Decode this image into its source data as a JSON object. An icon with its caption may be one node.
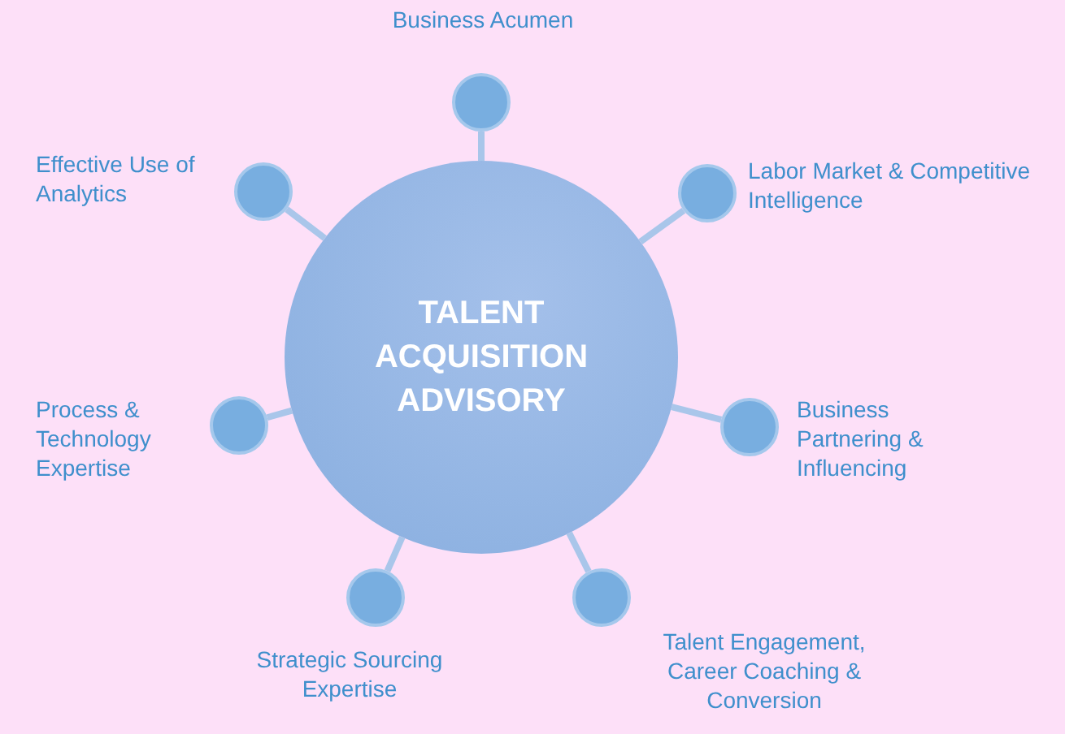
{
  "diagram": {
    "nodes": [
      {
        "text": [
          "TALENT ACQUISITION ADVISORY"
        ]
      },
      {
        "text": [],
        "shape": "circle",
        "beside": [
          "Business Acumen"
        ]
      },
      {
        "text": [],
        "shape": "circle",
        "beside": [
          "Labor Market & Competitive Intelligence"
        ]
      },
      {
        "text": [],
        "shape": "circle",
        "beside": [
          "Business Partnering & Influencing"
        ]
      },
      {
        "text": [],
        "shape": "circle",
        "beside": [
          "Talent Engagement, Career Coaching & Conversion"
        ]
      },
      {
        "text": [],
        "shape": "circle",
        "beside": [
          "Strategic Sourcing Expertise"
        ]
      },
      {
        "text": [],
        "shape": "circle",
        "beside": [
          "Process & Technology Expertise"
        ]
      },
      {
        "text": [],
        "shape": "circle",
        "beside": [
          "Effective Use of Analytics"
        ]
      }
    ],
    "edges": [
      {
        "from": 0,
        "to": 1,
        "arrow": "none"
      },
      {
        "from": 0,
        "to": 2,
        "arrow": "none"
      },
      {
        "from": 0,
        "to": 3,
        "arrow": "none"
      },
      {
        "from": 0,
        "to": 4,
        "arrow": "none"
      },
      {
        "from": 0,
        "to": 5,
        "arrow": "none"
      },
      {
        "from": 0,
        "to": 6,
        "arrow": "none"
      },
      {
        "from": 0,
        "to": 7,
        "arrow": "none"
      }
    ]
  }
}
